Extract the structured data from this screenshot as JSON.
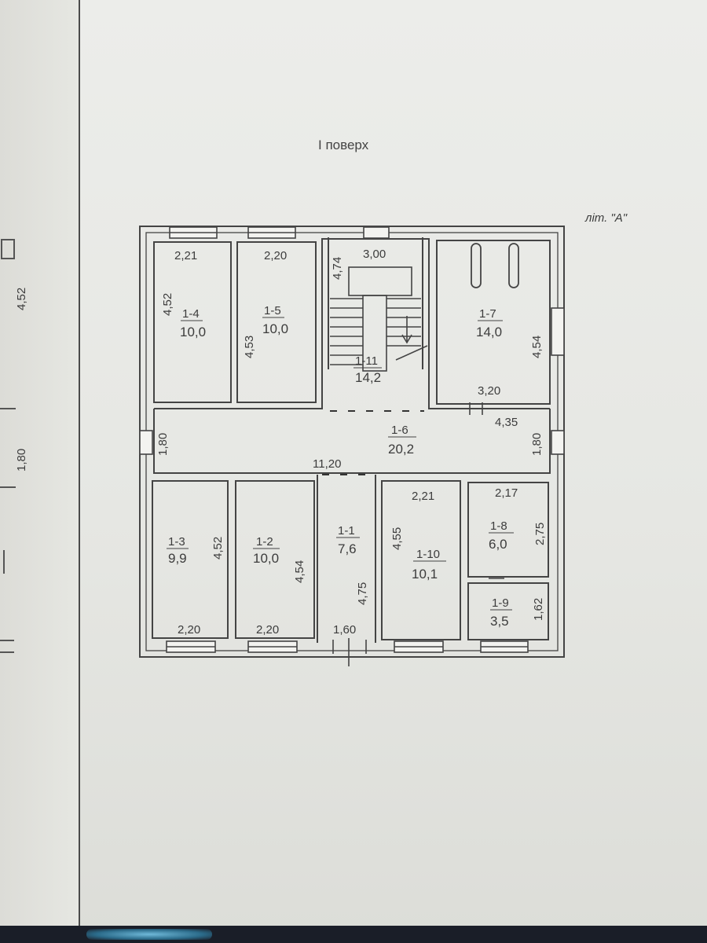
{
  "drawing": {
    "floor_title": "І поверх",
    "letter_label": "літ. \"А\""
  },
  "rooms": [
    {
      "id": "1-4",
      "area": "10,0"
    },
    {
      "id": "1-5",
      "area": "10,0"
    },
    {
      "id": "1-11",
      "area": "14,2"
    },
    {
      "id": "1-7",
      "area": "14,0"
    },
    {
      "id": "1-6",
      "area": "20,2"
    },
    {
      "id": "1-3",
      "area": "9,9"
    },
    {
      "id": "1-2",
      "area": "10,0"
    },
    {
      "id": "1-1",
      "area": "7,6"
    },
    {
      "id": "1-10",
      "area": "10,1"
    },
    {
      "id": "1-8",
      "area": "6,0"
    },
    {
      "id": "1-9",
      "area": "3,5"
    }
  ],
  "dimensions": {
    "r14_width": "2,21",
    "r14_height": "4,52",
    "r15_width": "2,20",
    "r15_height": "4,53",
    "stair_height": "4,74",
    "stair_width": "3,00",
    "r17_height": "4,54",
    "r17_width": "3,20",
    "corridor_right": "4,35",
    "corridor_left_height": "1,80",
    "corridor_right_height": "1,80",
    "corridor_length": "11,20",
    "r13_height": "4,52",
    "r13_width": "2,20",
    "r12_height": "4,54",
    "r12_width": "2,20",
    "r11_height": "4,75",
    "r11_width": "1,60",
    "r110_width": "2,21",
    "r110_height": "4,55",
    "r18_width": "2,17",
    "r18_height": "2,75",
    "r19_height": "1,62"
  },
  "margin_notes": {
    "left_dim_1": "4,52",
    "left_dim_2": "1,80"
  }
}
